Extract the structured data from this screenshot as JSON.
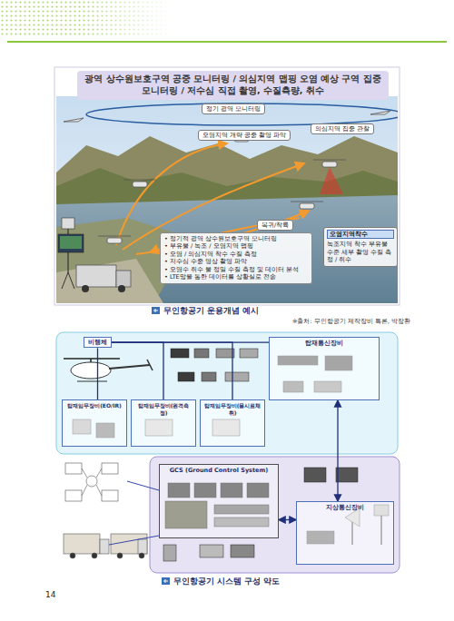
{
  "diagram": {
    "title": "광역 상수원보호구역 공중 모니터링 / 의심지역 맵핑 오염 예상 구역 집중 모니터링 / 저수심 직접 촬영, 수질측량, 취수",
    "caption": "무인항공기 운용개념 예시",
    "nodes": [
      {
        "text": [
          "정기 광역 모니터링"
        ]
      },
      {
        "text": [
          "오염지역 개략 공중 촬영 파악"
        ]
      },
      {
        "text": [
          "의심지역 집중 관찰"
        ]
      },
      {
        "text": [
          "복귀/착륙"
        ]
      },
      {
        "text": [
          "오염지역착수",
          "녹조지역 착수 부유물 수준 세부 촬영 수질 측정 / 취수"
        ]
      },
      {
        "text": [
          "• 정기적 광역 상수원보호구역 모니터링",
          "• 부유물 / 녹조 / 오염지역 맵핑",
          "• 오염 / 의심지역 착수 수질 측정",
          "• 저수심 수중 영상 촬영 파악",
          "• 오염수 취수 물 정밀 수질 측정 및 데이터 분석",
          "• LTE망을 통한 데이터를 상황실로 전송"
        ]
      },
      {
        "text": [
          "비행체"
        ]
      },
      {
        "text": [
          "탑재통신장비"
        ]
      },
      {
        "text": [
          "탑재임무장비(EO/IR)"
        ]
      },
      {
        "text": [
          "탑재임무장비(원격측정)"
        ]
      },
      {
        "text": [
          "탑재임무장비(물시료채취)"
        ]
      },
      {
        "text": [
          "GCS (Ground Control System)"
        ]
      },
      {
        "text": [
          "지상통신장비"
        ]
      }
    ],
    "edges": [
      {
        "from": 6,
        "to": 7,
        "arrow": "none"
      },
      {
        "from": 8,
        "to": 6,
        "arrow": "none"
      },
      {
        "from": 9,
        "to": 6,
        "arrow": "none"
      },
      {
        "from": 10,
        "to": 6,
        "arrow": "none"
      },
      {
        "from": 7,
        "to": 12,
        "arrow": "both"
      },
      {
        "from": 11,
        "to": 12,
        "arrow": "both"
      }
    ],
    "labels": [
      "※출처: 무인항공기 제작장비 특론, 박장환",
      "무인항공기 시스템 구성 약도",
      "14"
    ]
  }
}
